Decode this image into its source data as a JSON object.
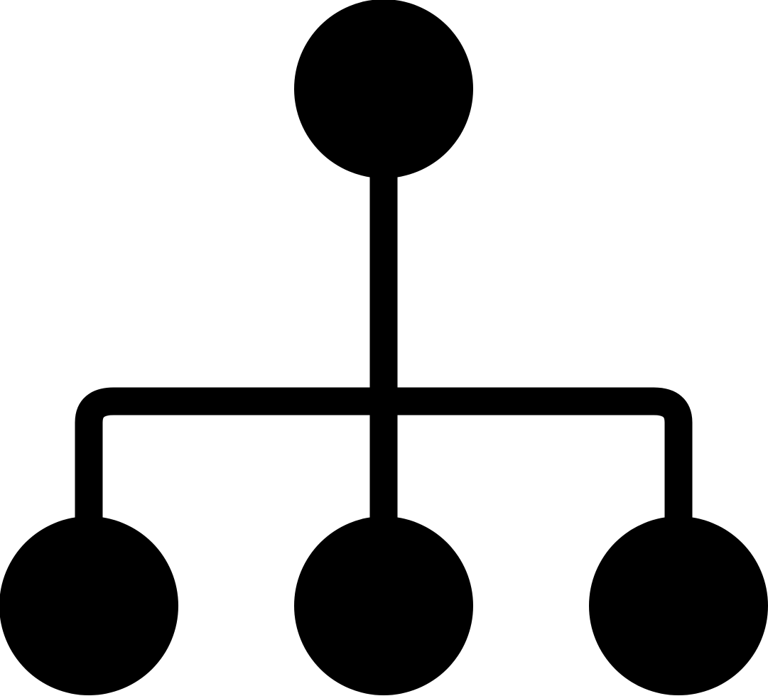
{
  "icon": {
    "name": "hierarchy-icon",
    "nodes": [
      "root-node",
      "left-child-node",
      "middle-child-node",
      "right-child-node"
    ],
    "ink_color": "#000000",
    "background_color": "#ffffff"
  }
}
